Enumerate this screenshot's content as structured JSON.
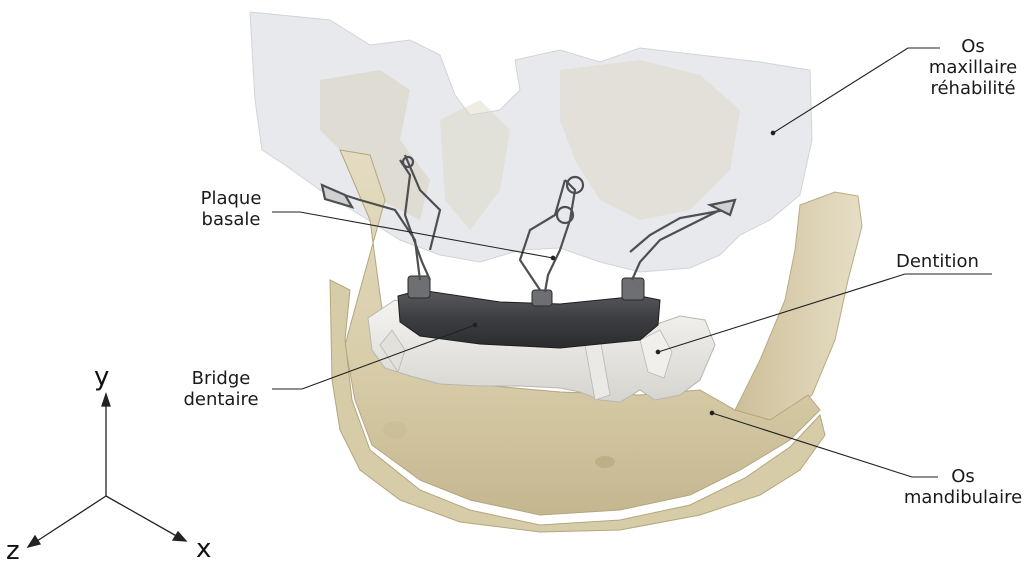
{
  "labels": {
    "maxillary": {
      "lines": [
        "Os",
        "maxillaire",
        "réhabilité"
      ]
    },
    "plate": {
      "lines": [
        "Plaque",
        "basale"
      ]
    },
    "dentition": {
      "lines": [
        "Dentition"
      ]
    },
    "bridge": {
      "lines": [
        "Bridge",
        "dentaire"
      ]
    },
    "mandible": {
      "lines": [
        "Os",
        "mandibulaire"
      ]
    }
  },
  "axes": {
    "y": "y",
    "z": "z",
    "x": "x"
  },
  "colors": {
    "bone": "#ddd3b6",
    "bone_shadow": "#b8ab86",
    "maxilla": "#dfe3e6",
    "teeth": "#ecebe8",
    "bridge": "#3e3f42",
    "leader": "#222222"
  }
}
